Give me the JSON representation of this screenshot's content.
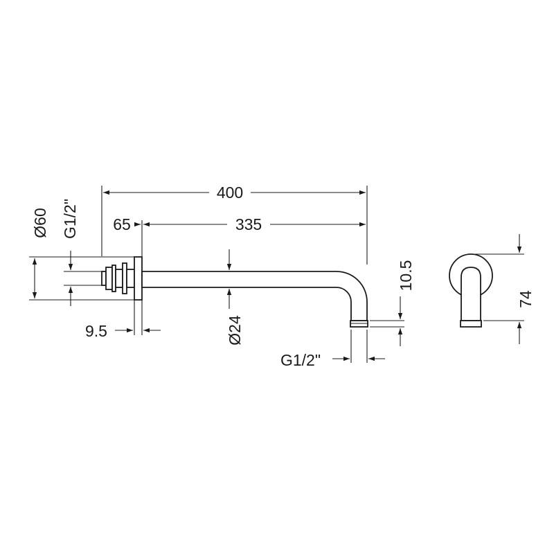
{
  "diagram": {
    "dimensions": {
      "overall_length": "400",
      "flange_depth": "65",
      "arm_length": "335",
      "flange_diameter": "Ø60",
      "inlet_thread": "G1/2\"",
      "flange_thickness": "9.5",
      "pipe_diameter": "Ø24",
      "outlet_thread": "G1/2\"",
      "outlet_drop": "10.5",
      "side_height": "74"
    }
  }
}
